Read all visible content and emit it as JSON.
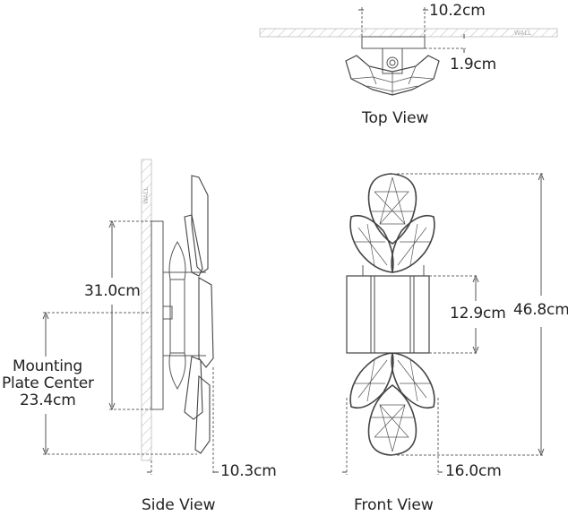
{
  "diagram": {
    "views": {
      "top": {
        "title": "Top View",
        "dimensions": {
          "width": "10.2cm",
          "depth": "1.9cm"
        },
        "wall_label": "WALL"
      },
      "side": {
        "title": "Side View",
        "dimensions": {
          "backplate_height": "31.0cm",
          "mounting_label_line1": "Mounting",
          "mounting_label_line2": "Plate Center",
          "mounting_value": "23.4cm",
          "extension": "10.3cm"
        },
        "wall_label": "WALL"
      },
      "front": {
        "title": "Front View",
        "dimensions": {
          "shade_height": "12.9cm",
          "overall_height": "46.8cm",
          "width": "16.0cm"
        }
      }
    },
    "colors": {
      "line": "#444444",
      "dash": "#666666",
      "hatch": "#bbbbbb",
      "text": "#222222"
    }
  }
}
